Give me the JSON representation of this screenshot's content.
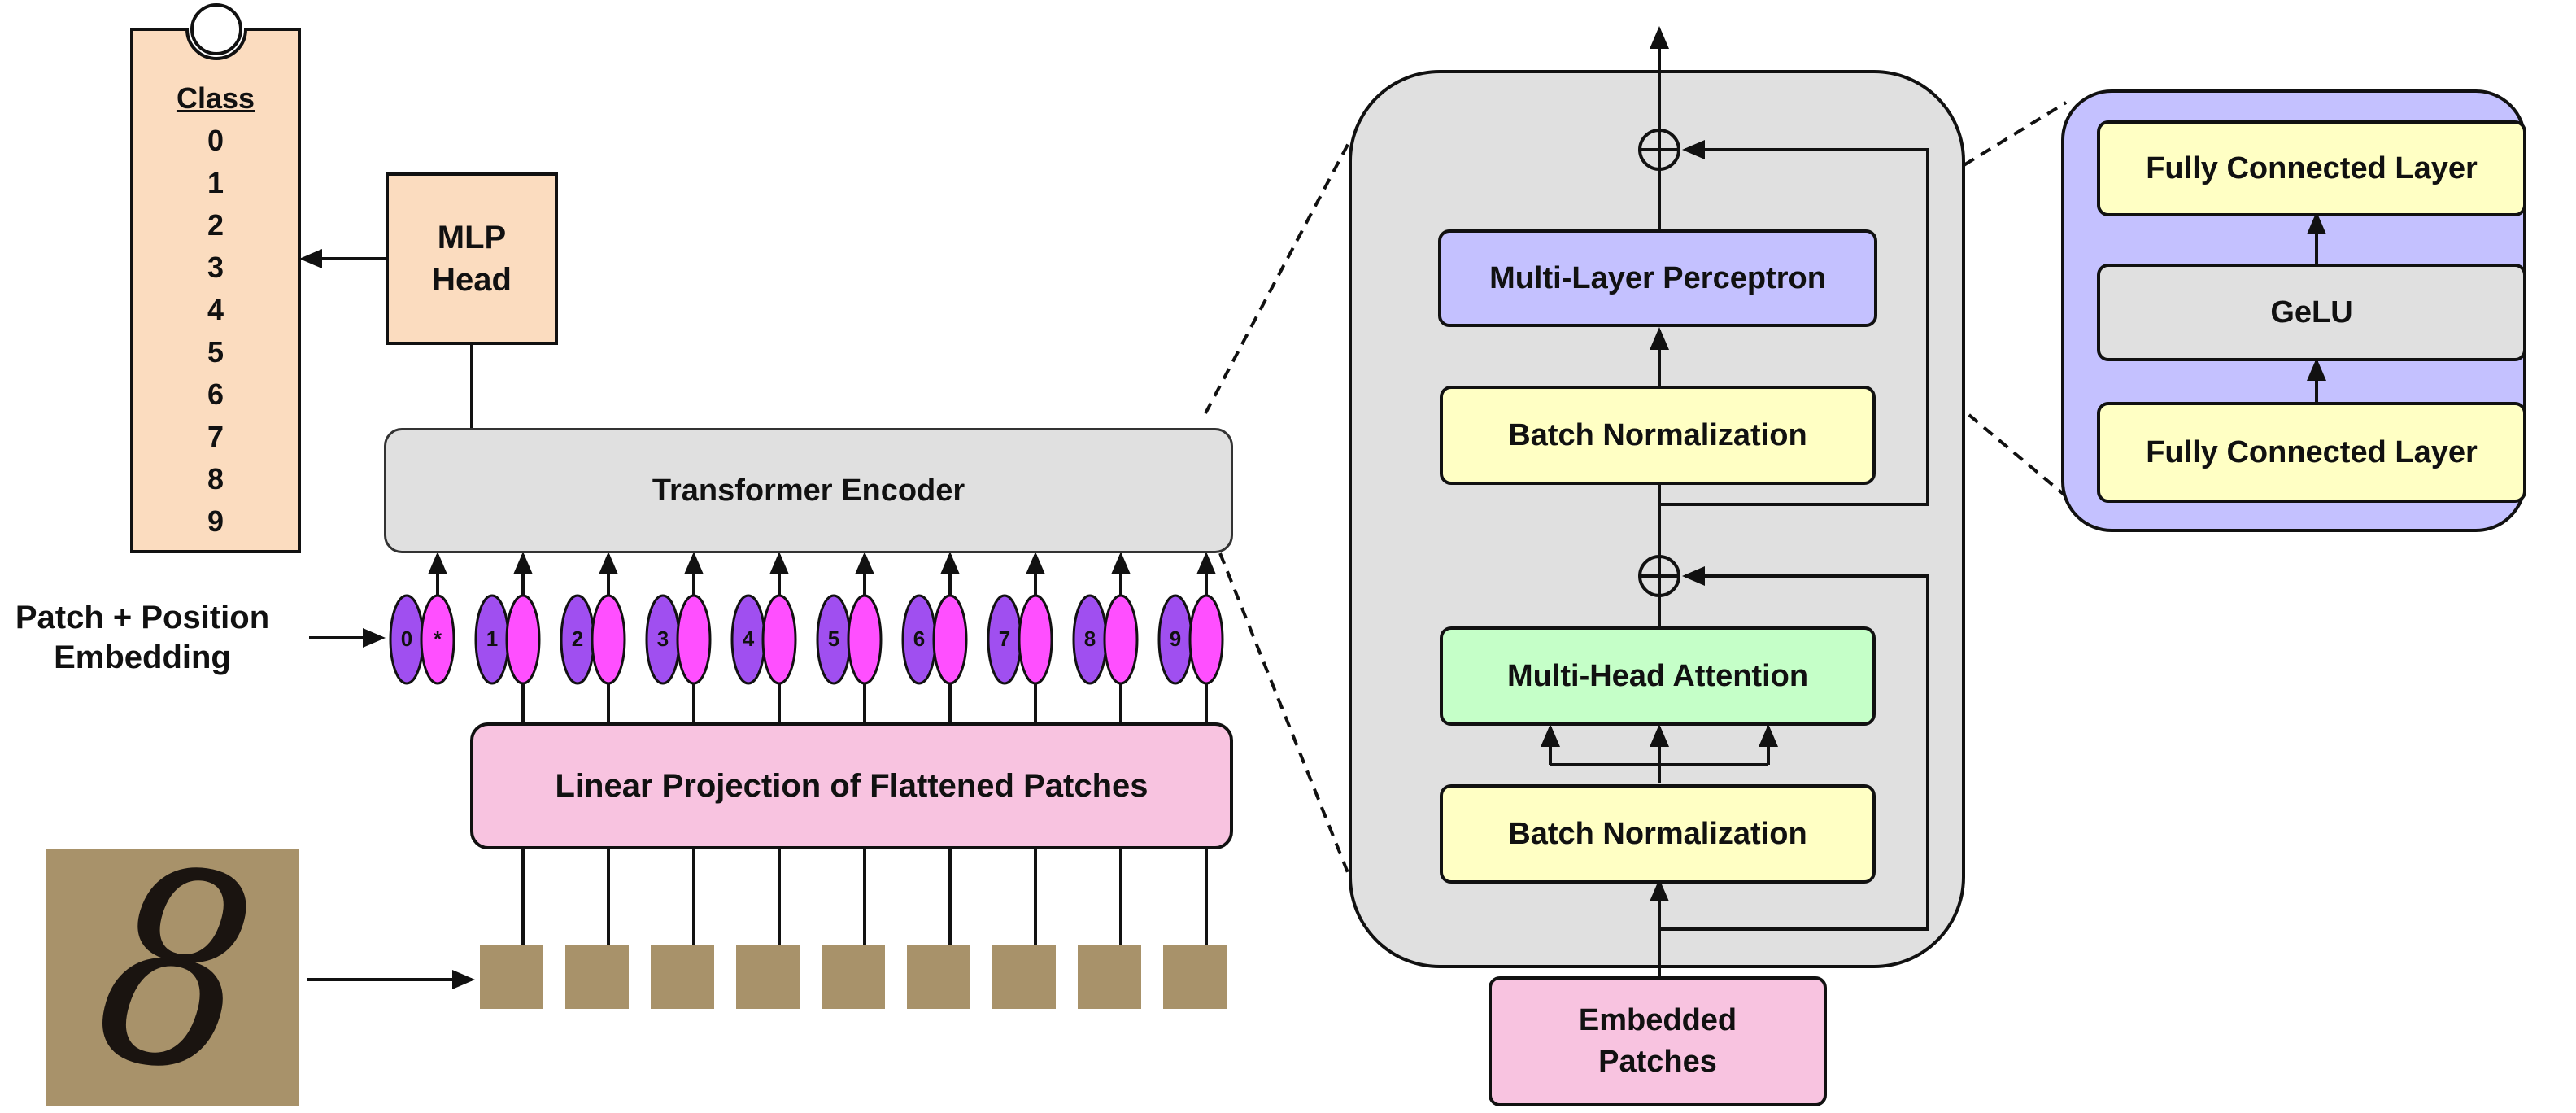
{
  "class_box": {
    "title": "Class",
    "values": [
      "0",
      "1",
      "2",
      "3",
      "4",
      "5",
      "6",
      "7",
      "8",
      "9"
    ]
  },
  "mlp_head": "MLP\nHead",
  "transformer_encoder": "Transformer Encoder",
  "patch_position_label": "Patch + Position\nEmbedding",
  "tokens": [
    "0",
    "1",
    "2",
    "3",
    "4",
    "5",
    "6",
    "7",
    "8",
    "9"
  ],
  "class_token_mark": "*",
  "linear_projection": "Linear Projection of Flattened Patches",
  "input_digit": "8",
  "encoder_detail": {
    "mlp": "Multi-Layer Perceptron",
    "batch_norm_top": "Batch Normalization",
    "attention": "Multi-Head Attention",
    "batch_norm_bottom": "Batch Normalization",
    "embedded_patches": "Embedded\nPatches"
  },
  "mlp_detail": {
    "fc_top": "Fully Connected Layer",
    "gelu": "GeLU",
    "fc_bottom": "Fully Connected Layer"
  },
  "colors": {
    "class_fill": "#fbdcbf",
    "mlp_head_fill": "#fbdcbf",
    "encoder_fill": "#e0e0e0",
    "projection_fill": "#f8c3e0",
    "token_purple": "#a04ff0",
    "token_magenta": "#ff4fff",
    "mlp_fill": "#c4c1ff",
    "norm_fill": "#ffffc4",
    "attention_fill": "#c5ffc8",
    "patch_fill": "#a8926a"
  }
}
